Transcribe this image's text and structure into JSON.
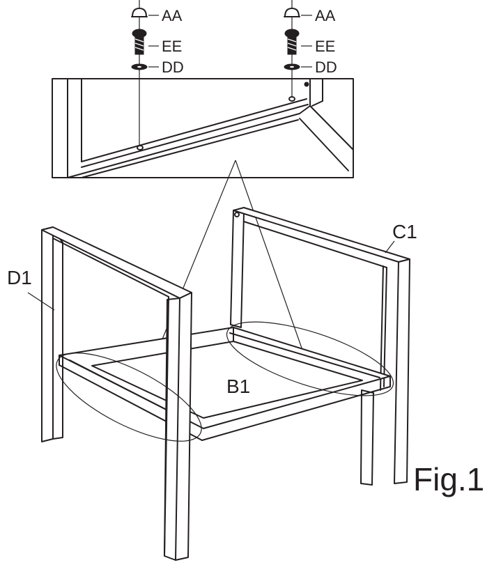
{
  "hardware_labels": {
    "cap": "AA",
    "bolt": "EE",
    "washer": "DD"
  },
  "part_labels": {
    "back_frame": "C1",
    "side_frame": "D1",
    "seat_frame": "B1"
  },
  "figure_label": "Fig.1",
  "colors": {
    "line": "#231f20",
    "background": "#ffffff"
  }
}
